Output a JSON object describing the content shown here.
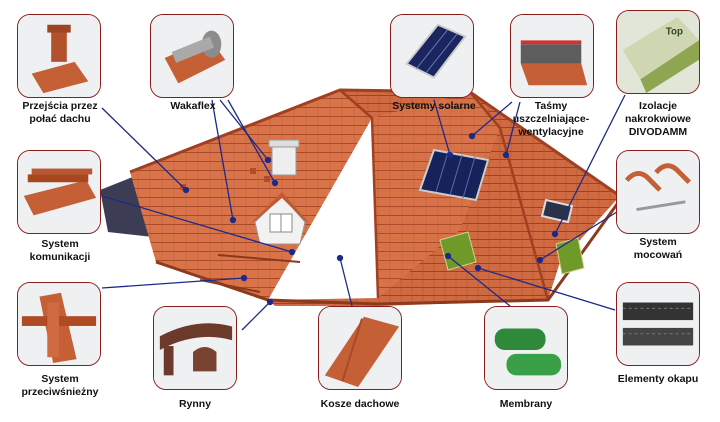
{
  "labels": {
    "przejscia": [
      "Przejścia przez",
      "połać dachu"
    ],
    "wakaflex": [
      "Wakaflex"
    ],
    "solar": [
      "Systemy solarne"
    ],
    "tasmy": [
      "Taśmy",
      "uszczelniające-",
      "wentylacyjne"
    ],
    "izolacje": [
      "Izolacje",
      "nakrokwiowe",
      "DIVODAMM"
    ],
    "komunikacja": [
      "System",
      "komunikacji"
    ],
    "mocowan": [
      "System",
      "mocowań"
    ],
    "przeciwsniegowy": [
      "System",
      "przeciwśnieżny"
    ],
    "rynny": [
      "Rynny"
    ],
    "kosze": [
      "Kosze dachowe"
    ],
    "membrany": [
      "Membrany"
    ],
    "okapu": [
      "Elementy okapu"
    ]
  },
  "thumb_text": {
    "divodamm_brand": "Top"
  },
  "colors": {
    "frame": "#8a1b1b",
    "leader": "#1b2a8a",
    "tile": "#d9744a",
    "tile_dark": "#b9552f"
  }
}
